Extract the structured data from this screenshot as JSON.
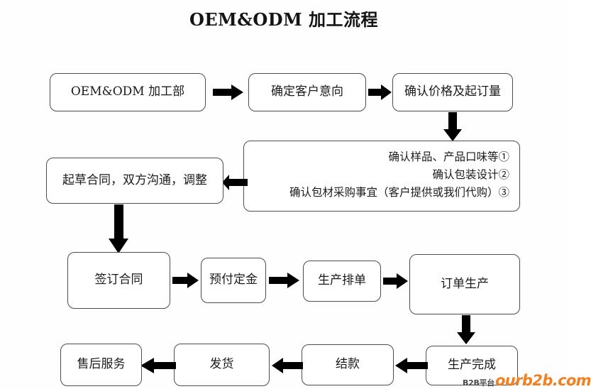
{
  "title": "OEM&ODM 加工流程",
  "colors": {
    "background": "#fefeff",
    "box_border": "#4d4d4d",
    "text": "#1a1a1a",
    "arrow": "#000000",
    "watermark_accent": "#f08020",
    "watermark_prefix": "#4a4a4a"
  },
  "nodes": {
    "oem_dept": "OEM&ODM 加工部",
    "confirm_intent": "确定客户意向",
    "confirm_price": "确认价格及起订量",
    "confirm_details": {
      "line1": "确认样品、产品口味等①",
      "line2": "确认包装设计②",
      "line3": "确认包材采购事宜（客户提供或我们代购）③"
    },
    "draft_contract": "起草合同，双方沟通，调整",
    "sign_contract": "签订合同",
    "prepay_deposit": "预付定金",
    "production_schedule": "生产排单",
    "order_production": "订单生产",
    "production_done": "生产完成",
    "settlement": "结款",
    "shipment": "发货",
    "after_sales": "售后服务"
  },
  "arrows": {
    "a1": "arrow-right-oem-to-intent",
    "a2": "arrow-right-intent-to-price",
    "a3": "arrow-down-price-to-details",
    "a4": "arrow-left-details-to-draft",
    "a5": "arrow-down-draft-to-sign",
    "a6": "arrow-right-sign-to-deposit",
    "a7": "arrow-right-deposit-to-schedule",
    "a8": "arrow-right-schedule-to-order",
    "a9": "arrow-down-order-to-done",
    "a10": "arrow-left-done-to-settlement",
    "a11": "arrow-left-settlement-to-shipment",
    "a12": "arrow-left-shipment-to-aftersales"
  },
  "watermark": {
    "prefix": "B2B平台",
    "domain": "ourb2b.com"
  }
}
